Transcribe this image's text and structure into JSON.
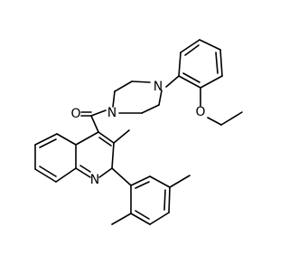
{
  "structure": {
    "atoms": {
      "carbonyl_oxygen": "O",
      "piperazine_n_amide": "N",
      "piperazine_n_aryl": "N",
      "ether_oxygen": "O",
      "quinoline_nitrogen": "N"
    }
  },
  "colors": {
    "bond": "#000000",
    "atom_label": "#000000",
    "background": "#ffffff"
  }
}
